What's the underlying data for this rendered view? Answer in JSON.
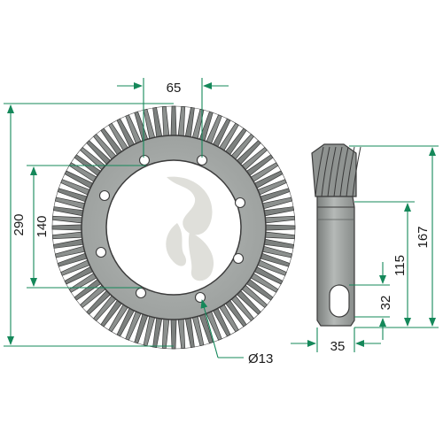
{
  "dimensions": {
    "bolt_spacing": "65",
    "outer_height": "290",
    "bolt_circle_height": "140",
    "hole_diameter": "Ø13",
    "pinion_length": "167",
    "shaft_length": "115",
    "key_length": "32",
    "shaft_diameter": "35"
  },
  "colors": {
    "gear_fill": "#8a8a8a",
    "gear_light": "#a9adab",
    "gear_dark": "#3c3c3c",
    "dimension_line": "#15885a",
    "watermark": "#dcdcd6"
  },
  "icons": {
    "watermark": "stylized-logo"
  }
}
